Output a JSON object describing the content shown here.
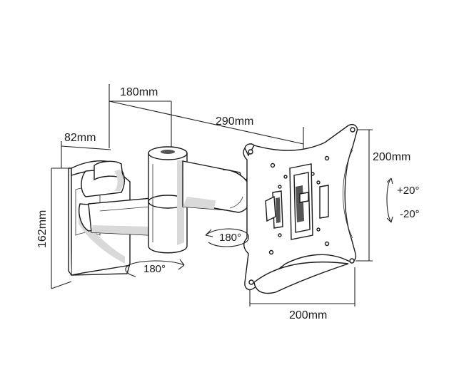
{
  "dimensions": {
    "arm_segment": "180mm",
    "total_extension": "290mm",
    "wall_plate_depth": "82mm",
    "wall_plate_height": "162mm",
    "vesa_height": "200mm",
    "vesa_width": "200mm"
  },
  "rotations": {
    "tilt_up": "+20°",
    "tilt_down": "-20°",
    "swivel_head": "180°",
    "swivel_arm": "180°"
  }
}
